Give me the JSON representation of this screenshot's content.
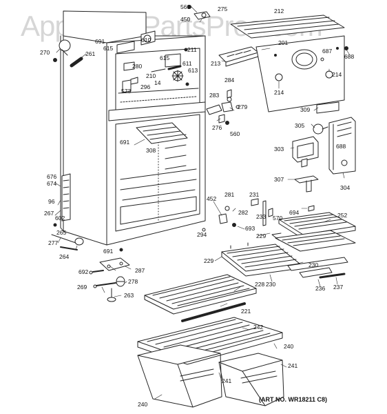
{
  "watermark": "AppliancePartsPros.com",
  "art_number": "(ART NO. WR18211 C8)",
  "colors": {
    "line": "#222222",
    "watermark": "#cfcfcf",
    "background": "#ffffff"
  },
  "labels": [
    {
      "key": "l560a",
      "text": "560"
    },
    {
      "key": "l275",
      "text": "275"
    },
    {
      "key": "l450",
      "text": "450"
    },
    {
      "key": "l212",
      "text": "212"
    },
    {
      "key": "l691a",
      "text": "691"
    },
    {
      "key": "l615a",
      "text": "615"
    },
    {
      "key": "l615b",
      "text": "615"
    },
    {
      "key": "l610",
      "text": "610"
    },
    {
      "key": "l270",
      "text": "270"
    },
    {
      "key": "l261",
      "text": "261"
    },
    {
      "key": "l211",
      "text": "211"
    },
    {
      "key": "l611",
      "text": "611"
    },
    {
      "key": "l613",
      "text": "613"
    },
    {
      "key": "l280",
      "text": "280"
    },
    {
      "key": "l210",
      "text": "210"
    },
    {
      "key": "l14",
      "text": "14"
    },
    {
      "key": "l296",
      "text": "296"
    },
    {
      "key": "l573",
      "text": "573"
    },
    {
      "key": "l213",
      "text": "213"
    },
    {
      "key": "l201",
      "text": "201"
    },
    {
      "key": "l687",
      "text": "687"
    },
    {
      "key": "l688a",
      "text": "688"
    },
    {
      "key": "l214a",
      "text": "214"
    },
    {
      "key": "l214b",
      "text": "214"
    },
    {
      "key": "l284",
      "text": "284"
    },
    {
      "key": "l283",
      "text": "283"
    },
    {
      "key": "l279",
      "text": "279"
    },
    {
      "key": "l276",
      "text": "276"
    },
    {
      "key": "l560b",
      "text": "560"
    },
    {
      "key": "l309",
      "text": "309"
    },
    {
      "key": "l305",
      "text": "305"
    },
    {
      "key": "l691b",
      "text": "691"
    },
    {
      "key": "l308",
      "text": "308"
    },
    {
      "key": "l303",
      "text": "303"
    },
    {
      "key": "l688b",
      "text": "688"
    },
    {
      "key": "l307",
      "text": "307"
    },
    {
      "key": "l304",
      "text": "304"
    },
    {
      "key": "l676",
      "text": "676"
    },
    {
      "key": "l674",
      "text": "674"
    },
    {
      "key": "l96",
      "text": "96"
    },
    {
      "key": "l267",
      "text": "267"
    },
    {
      "key": "l602",
      "text": "602"
    },
    {
      "key": "l265",
      "text": "265"
    },
    {
      "key": "l277",
      "text": "277"
    },
    {
      "key": "l264",
      "text": "264"
    },
    {
      "key": "l691c",
      "text": "691"
    },
    {
      "key": "l452",
      "text": "452"
    },
    {
      "key": "l281",
      "text": "281"
    },
    {
      "key": "l231",
      "text": "231"
    },
    {
      "key": "l233",
      "text": "233"
    },
    {
      "key": "l570",
      "text": "570"
    },
    {
      "key": "l694",
      "text": "694"
    },
    {
      "key": "l252",
      "text": "252"
    },
    {
      "key": "l282",
      "text": "282"
    },
    {
      "key": "l693",
      "text": "693"
    },
    {
      "key": "l294",
      "text": "294"
    },
    {
      "key": "l229a",
      "text": "229"
    },
    {
      "key": "l229b",
      "text": "229"
    },
    {
      "key": "l230a",
      "text": "230"
    },
    {
      "key": "l230b",
      "text": "230"
    },
    {
      "key": "l692",
      "text": "692"
    },
    {
      "key": "l287",
      "text": "287"
    },
    {
      "key": "l269",
      "text": "269"
    },
    {
      "key": "l278",
      "text": "278"
    },
    {
      "key": "l263",
      "text": "263"
    },
    {
      "key": "l228",
      "text": "228"
    },
    {
      "key": "l236",
      "text": "236"
    },
    {
      "key": "l237",
      "text": "237"
    },
    {
      "key": "l221",
      "text": "221"
    },
    {
      "key": "l242",
      "text": "242"
    },
    {
      "key": "l240a",
      "text": "240"
    },
    {
      "key": "l241a",
      "text": "241"
    },
    {
      "key": "l241b",
      "text": "241"
    },
    {
      "key": "l240b",
      "text": "240"
    }
  ]
}
